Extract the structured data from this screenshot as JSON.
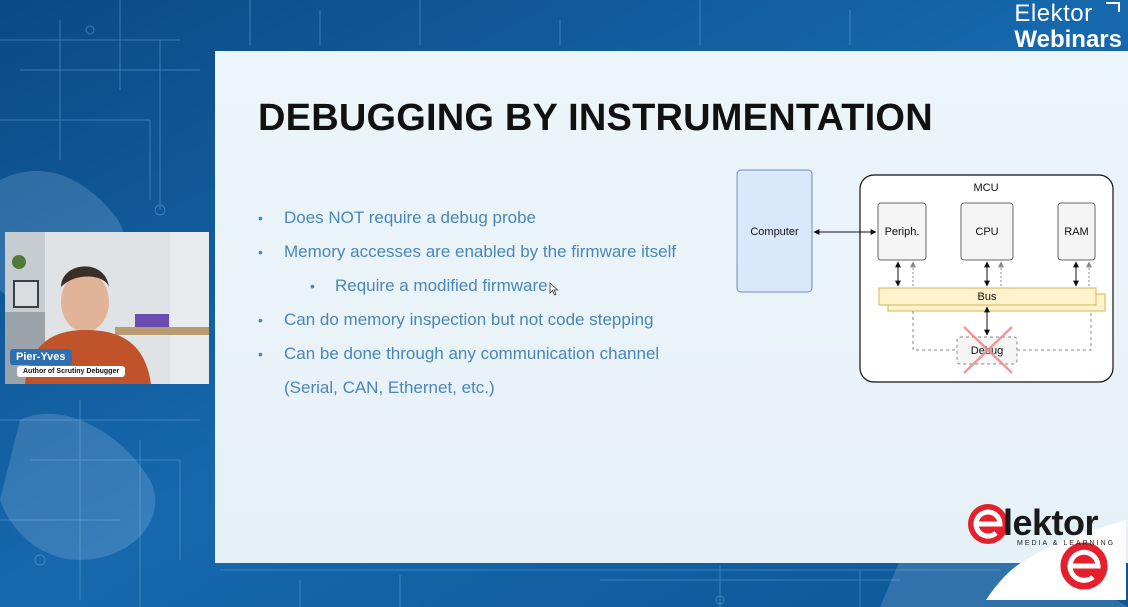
{
  "brand": {
    "line1": "Elektor",
    "line2": "Webinars"
  },
  "slide": {
    "title": "DEBUGGING BY INSTRUMENTATION",
    "bullets": [
      "Does NOT require a debug probe",
      "Memory accesses are enabled by the firmware itself",
      "Require a modified firmware",
      "Can do memory inspection but not code stepping",
      "Can be done through any communication channel",
      "(Serial, CAN, Ethernet, etc.)"
    ],
    "bullet_symbol": "•",
    "diagram": {
      "computer": "Computer",
      "mcu": "MCU",
      "periph": "Periph.",
      "cpu": "CPU",
      "ram": "RAM",
      "bus": "Bus",
      "debug": "Debug"
    }
  },
  "presenter": {
    "name": "Pier-Yves",
    "role": "Author of Scrutiny Debugger"
  },
  "logo": {
    "word": "lektor",
    "tagline": "MEDIA & LEARNING"
  },
  "colors": {
    "accent": "#2d6fb2",
    "bullet_text": "#4a86b8",
    "logo_red": "#e3202b",
    "background": "#0e4f8a"
  }
}
